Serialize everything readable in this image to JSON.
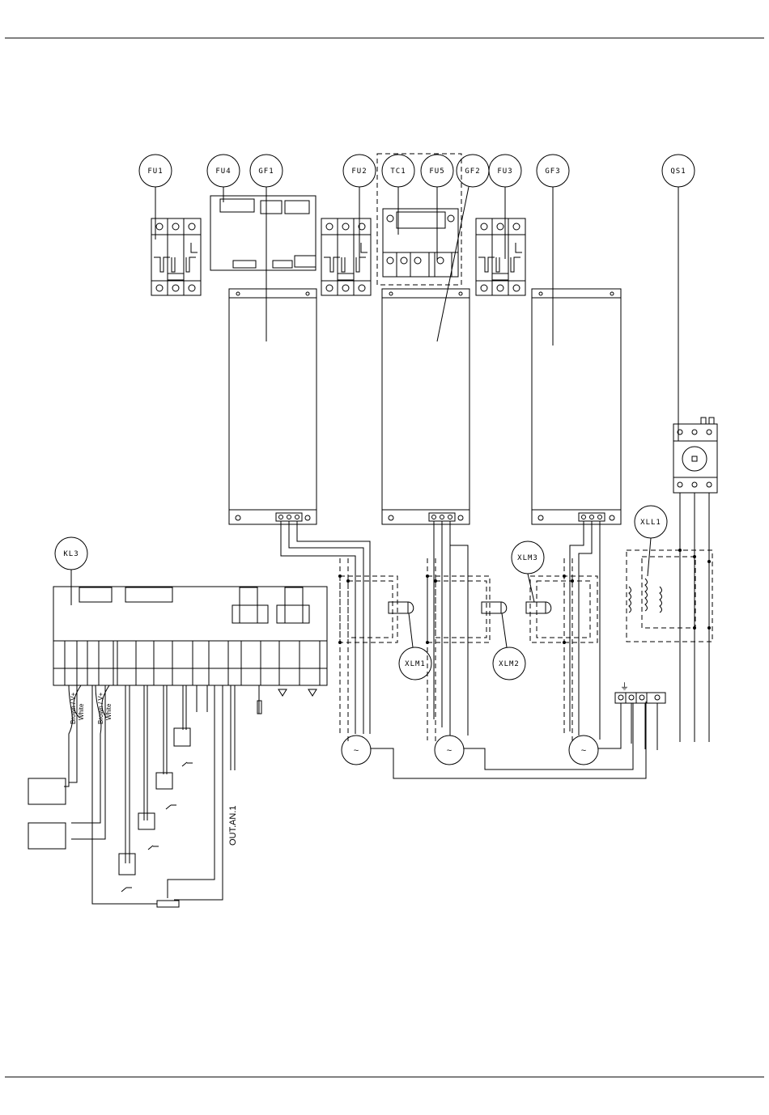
{
  "tags": {
    "fu1": "FU1",
    "fu4": "FU4",
    "gf1": "GF1",
    "fu2": "FU2",
    "tc1": "TC1",
    "fu5": "FU5",
    "gf2": "GF2",
    "fu3": "FU3",
    "gf3": "GF3",
    "qs1": "QS1",
    "kl3": "KL3",
    "xll1": "XLL1",
    "xlm1": "XLM1",
    "xlm2": "XLM2",
    "xlm3": "XLM3"
  },
  "wire_labels": {
    "brown_v1": "Brown / V+",
    "white_1": "White",
    "brown_v2": "Brown / V+",
    "white_2": "White",
    "out_an": "OUT.AN.1"
  },
  "motor_symbol": "~",
  "ground_symbol": "⏚"
}
